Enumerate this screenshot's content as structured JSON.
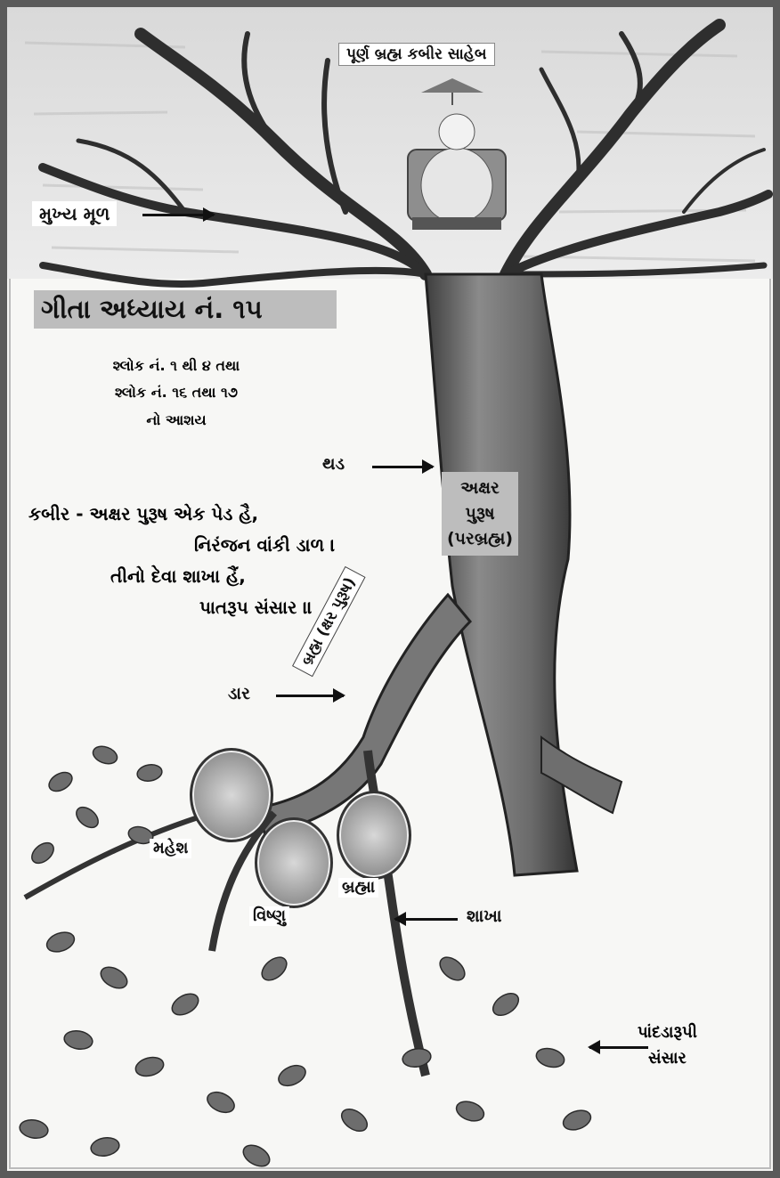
{
  "title_top": "પૂર્ણ બ્રહ્મ કબીર સાહેબ",
  "label_main_root": "મુખ્ય મૂળ",
  "heading_gita": "ગીતા અધ્યાય નં. ૧૫",
  "subheading": [
    "શ્લોક નં. ૧ થી ૪ તથા",
    "શ્લોક નં. ૧૬ તથા ૧૭",
    "નો આશય"
  ],
  "label_trunk": "થડ",
  "trunk_box": [
    "અક્ષર",
    "પુરૂષ",
    "(પરબ્રહ્મ)"
  ],
  "verse": [
    "કબીર - અક્ષર પુરૂષ એક પેડ હૈ,",
    "નિરંજન વાંકી ડાળ ।",
    "તીનો દેવા શાખા હૈં,",
    "પાતરૂપ સંસાર ॥"
  ],
  "branch_text": "બ્રહ્મ (ક્ષર પુરૂષ)",
  "label_dar": "ડાર",
  "gods": {
    "mahesh": "મહેશ",
    "vishnu": "વિષ્ણુ",
    "brahma": "બ્રહ્મા"
  },
  "label_shakha": "શાખા",
  "label_leaves": [
    "પાંદડારૂપી",
    "સંસાર"
  ]
}
